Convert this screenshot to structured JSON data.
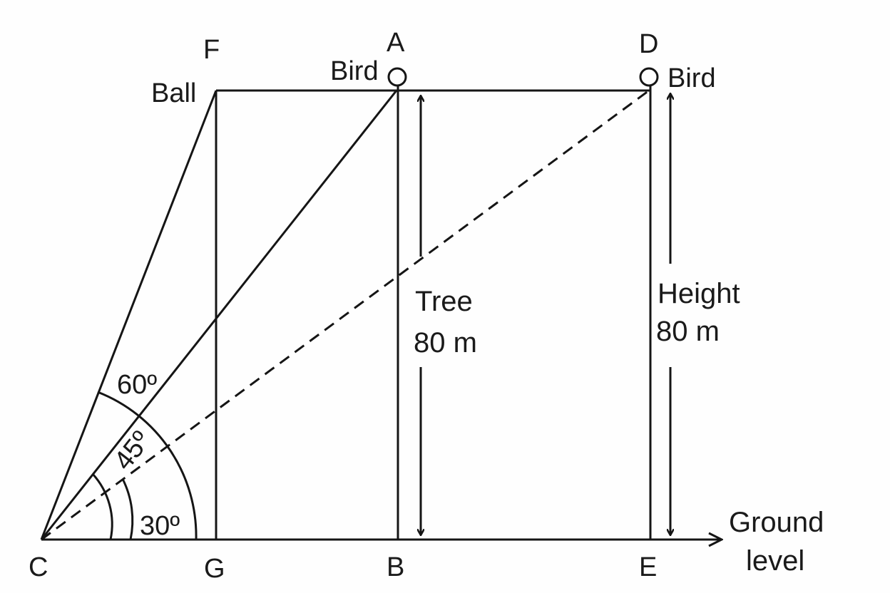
{
  "points": {
    "A": "A",
    "B": "B",
    "C": "C",
    "D": "D",
    "E": "E",
    "F": "F",
    "G": "G"
  },
  "labels": {
    "ball": "Ball",
    "bird_a": "Bird",
    "bird_d": "Bird",
    "tree_line1": "Tree",
    "tree_line2": "80 m",
    "height_line1": "Height",
    "height_line2": "80 m",
    "ground_line1": "Ground",
    "ground_line2": "level"
  },
  "angles": {
    "a60": "60º",
    "a45": "45º",
    "a30": "30º"
  },
  "colors": {
    "stroke": "#151515",
    "background": "#fefefe"
  }
}
